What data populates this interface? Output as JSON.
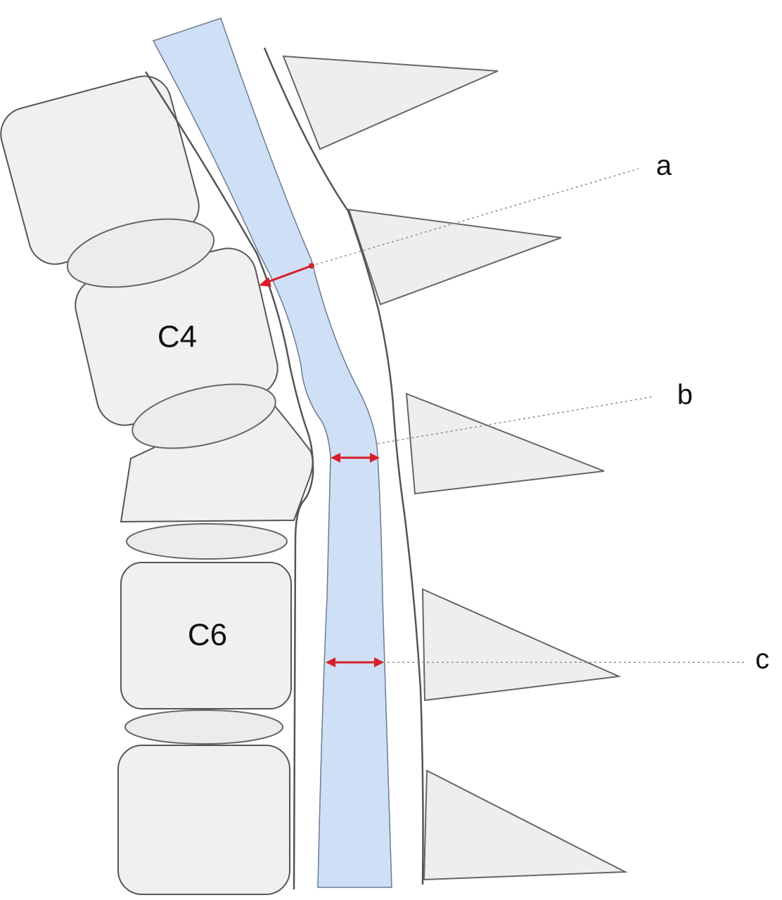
{
  "vertebrae": {
    "c4_label": "C4",
    "c6_label": "C6"
  },
  "measurements": {
    "a_label": "a",
    "b_label": "b",
    "c_label": "c"
  },
  "colors": {
    "spinal_cord": "#cfe0f6",
    "measurement_arrow": "#d81e2a",
    "bone_fill": "#f0f0f0",
    "outline": "#555555"
  }
}
